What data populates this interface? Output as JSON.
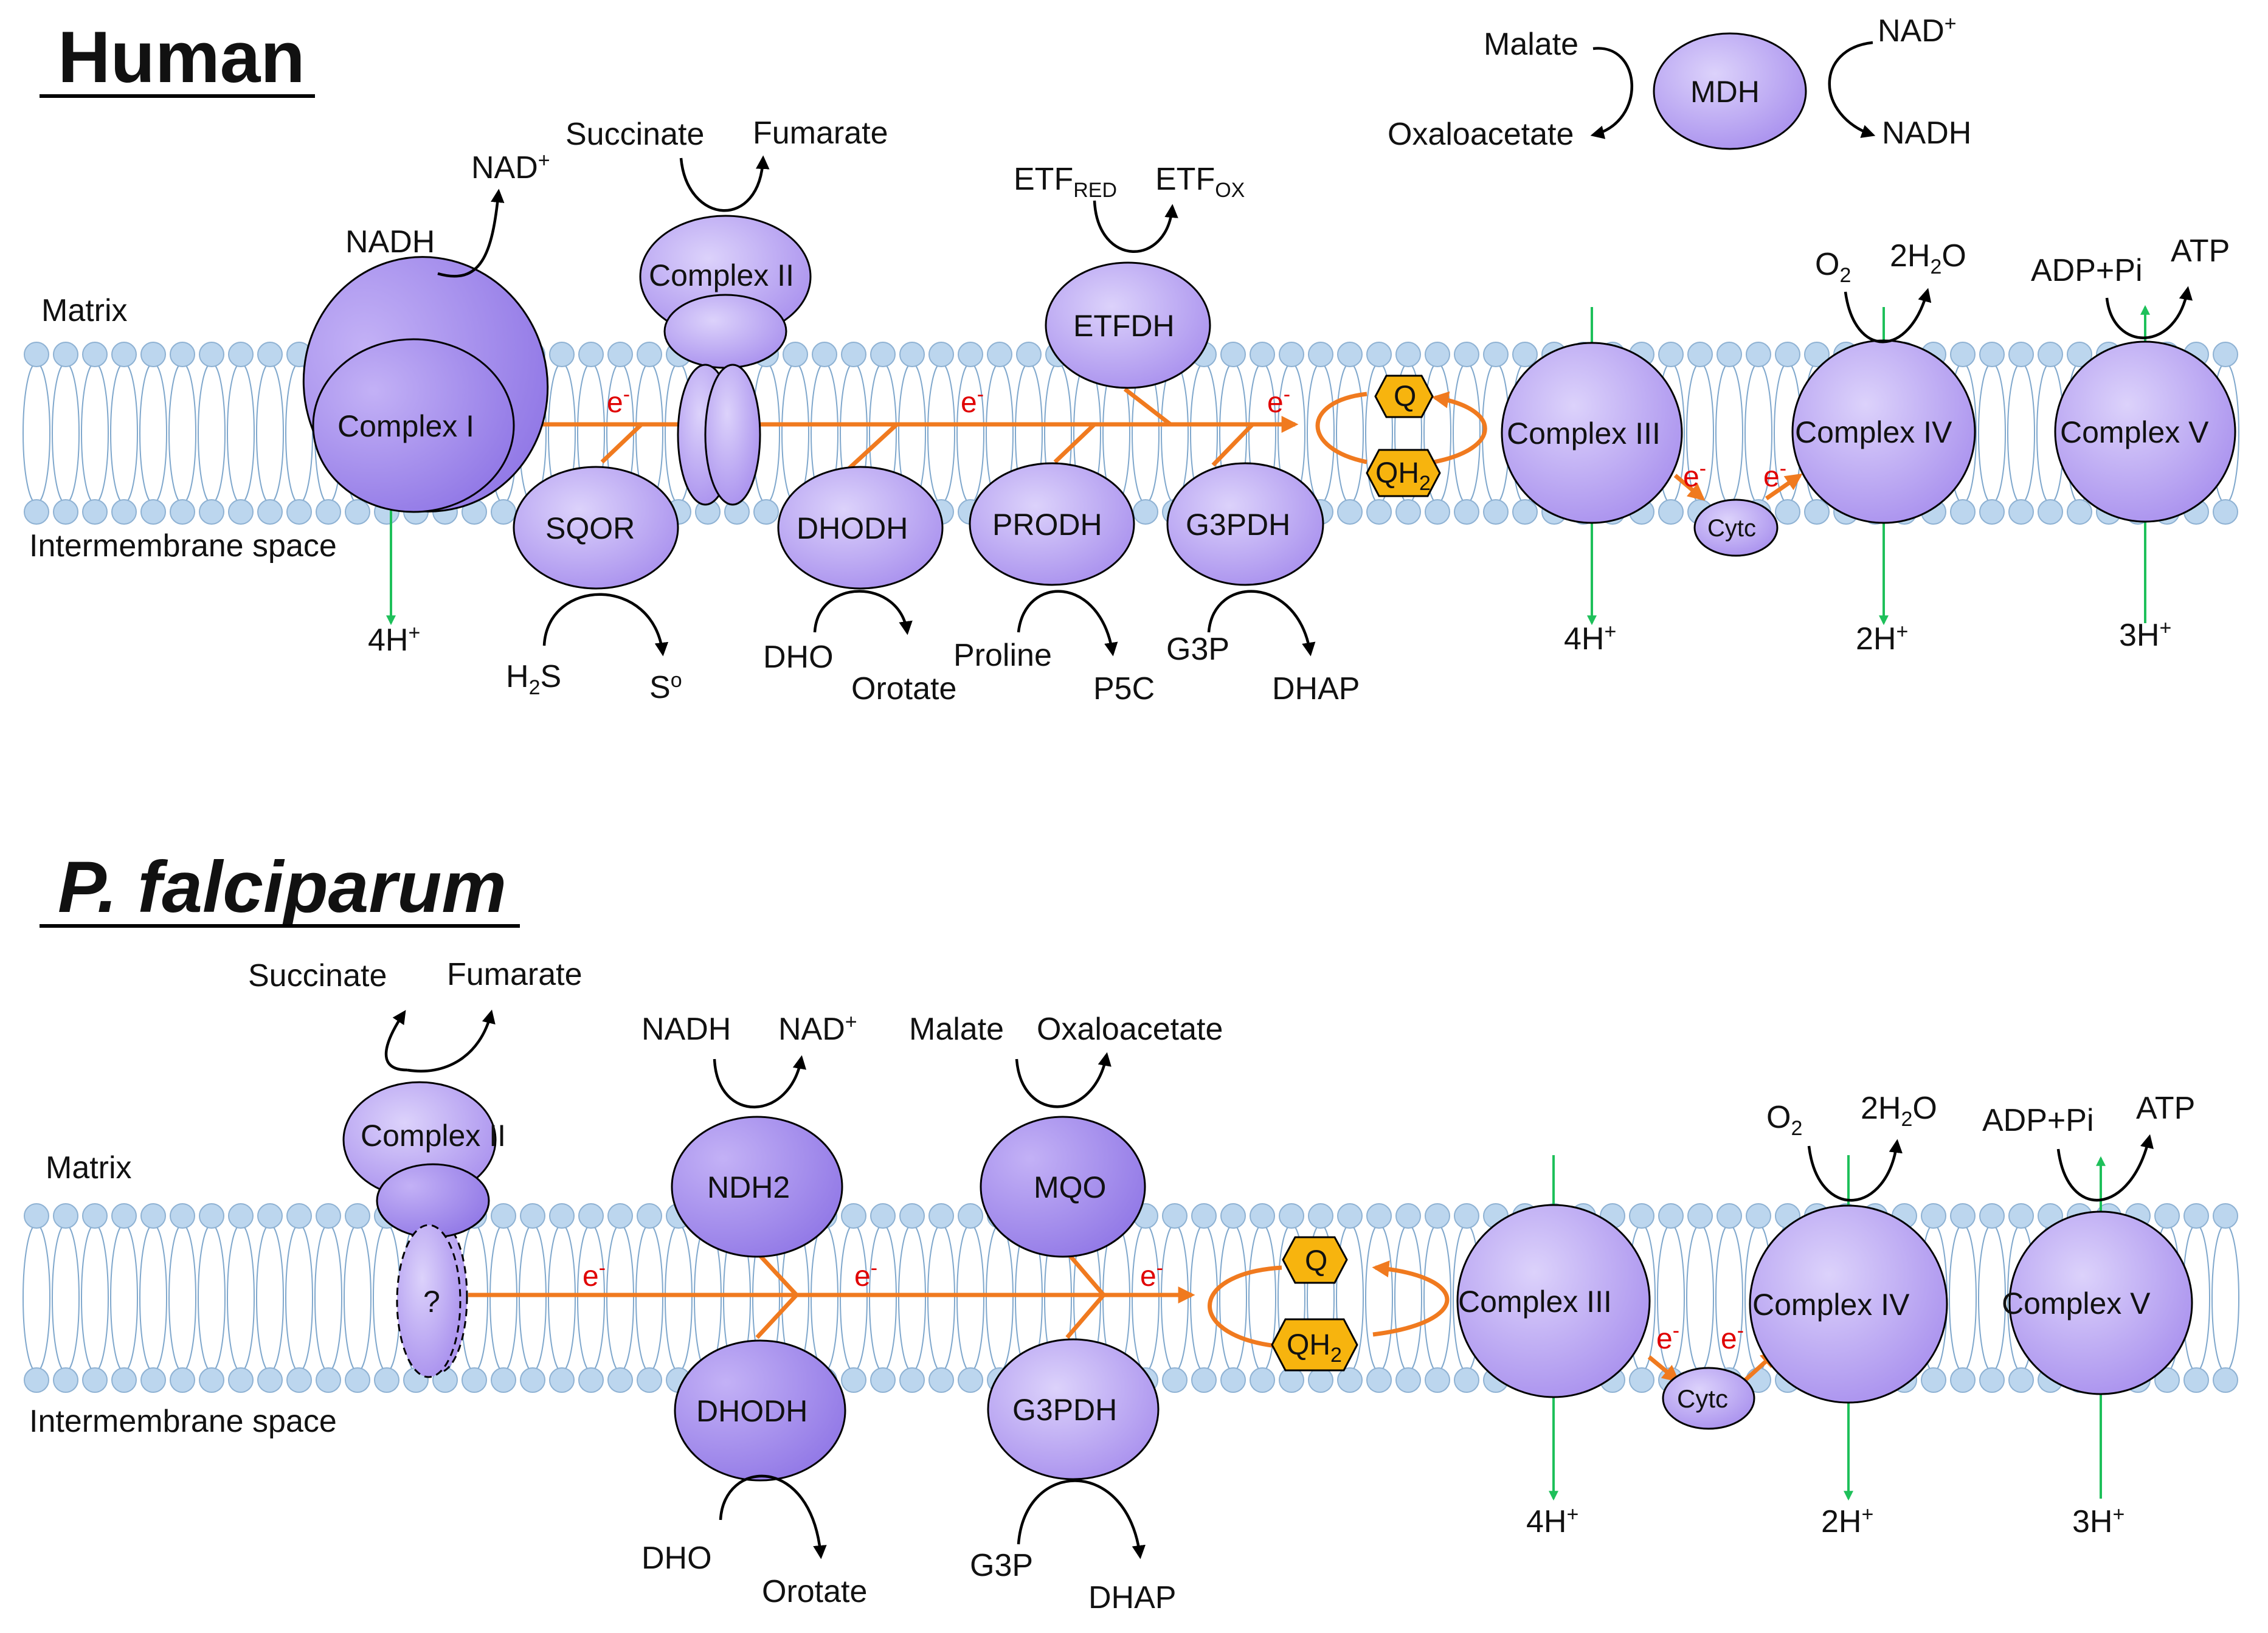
{
  "colors": {
    "enzyme": "#a68ded",
    "enzyme_light": "#dcd2fb",
    "electron_flow": "#f07a1f",
    "proton_arrow": "#1ec05a",
    "quinone": "#f7b40e",
    "lipid_head": "#bcd6ee",
    "electron_label": "#e00000"
  },
  "human": {
    "title": "Human",
    "matrix_label": "Matrix",
    "ims_label": "Intermembrane space",
    "electron_label": "e",
    "electron_sup": "-",
    "complex1": "Complex I",
    "complex2": "Complex II",
    "sqor": "SQOR",
    "dhodh": "DHODH",
    "prodh": "PRODH",
    "g3pdh": "G3PDH",
    "etfdh": "ETFDH",
    "q": "Q",
    "qh2": "QH",
    "qh2_sub": "2",
    "complex3": "Complex III",
    "complex4": "Complex IV",
    "complex5": "Complex V",
    "cytc": "Cytc",
    "mdh": "MDH",
    "nadh": "NADH",
    "nad": "NAD",
    "nad_sup": "+",
    "succinate": "Succinate",
    "fumarate": "Fumarate",
    "etf": "ETF",
    "etf_red_sub": "RED",
    "etf_ox_sub": "OX",
    "o2": "O",
    "o2_sub": "2",
    "h2o_pre": "2H",
    "h2o_sub": "2",
    "h2o_post": "O",
    "adp_pi": "ADP+Pi",
    "atp": "ATP",
    "malate": "Malate",
    "oxaloacetate": "Oxaloacetate",
    "mdh_nad": "NAD",
    "mdh_nad_sup": "+",
    "mdh_nadh": "NADH",
    "protons_c1": "4H",
    "protons_c3": "4H",
    "protons_c4": "2H",
    "protons_c5": "3H",
    "h_sup": "+",
    "h2s_h": "H",
    "h2s_sub": "2",
    "h2s_s": "S",
    "sulfur": "S",
    "sulfur_sup": "o",
    "dho": "DHO",
    "orotate": "Orotate",
    "proline": "Proline",
    "p5c": "P5C",
    "g3p": "G3P",
    "dhap": "DHAP"
  },
  "pf": {
    "title": "P. falciparum",
    "matrix_label": "Matrix",
    "ims_label": "Intermembrane space",
    "electron_label": "e",
    "electron_sup": "-",
    "complex2": "Complex II",
    "question": "?",
    "ndh2": "NDH2",
    "mqo": "MQO",
    "dhodh": "DHODH",
    "g3pdh": "G3PDH",
    "q": "Q",
    "qh2": "QH",
    "qh2_sub": "2",
    "complex3": "Complex III",
    "complex4": "Complex IV",
    "complex5": "Complex V",
    "cytc": "Cytc",
    "succinate": "Succinate",
    "fumarate": "Fumarate",
    "nadh": "NADH",
    "nad": "NAD",
    "nad_sup": "+",
    "malate": "Malate",
    "oxaloacetate": "Oxaloacetate",
    "o2": "O",
    "o2_sub": "2",
    "h2o_pre": "2H",
    "h2o_sub": "2",
    "h2o_post": "O",
    "adp_pi": "ADP+Pi",
    "atp": "ATP",
    "protons_c3": "4H",
    "protons_c4": "2H",
    "protons_c5": "3H",
    "h_sup": "+",
    "dho": "DHO",
    "orotate": "Orotate",
    "g3p": "G3P",
    "dhap": "DHAP"
  }
}
